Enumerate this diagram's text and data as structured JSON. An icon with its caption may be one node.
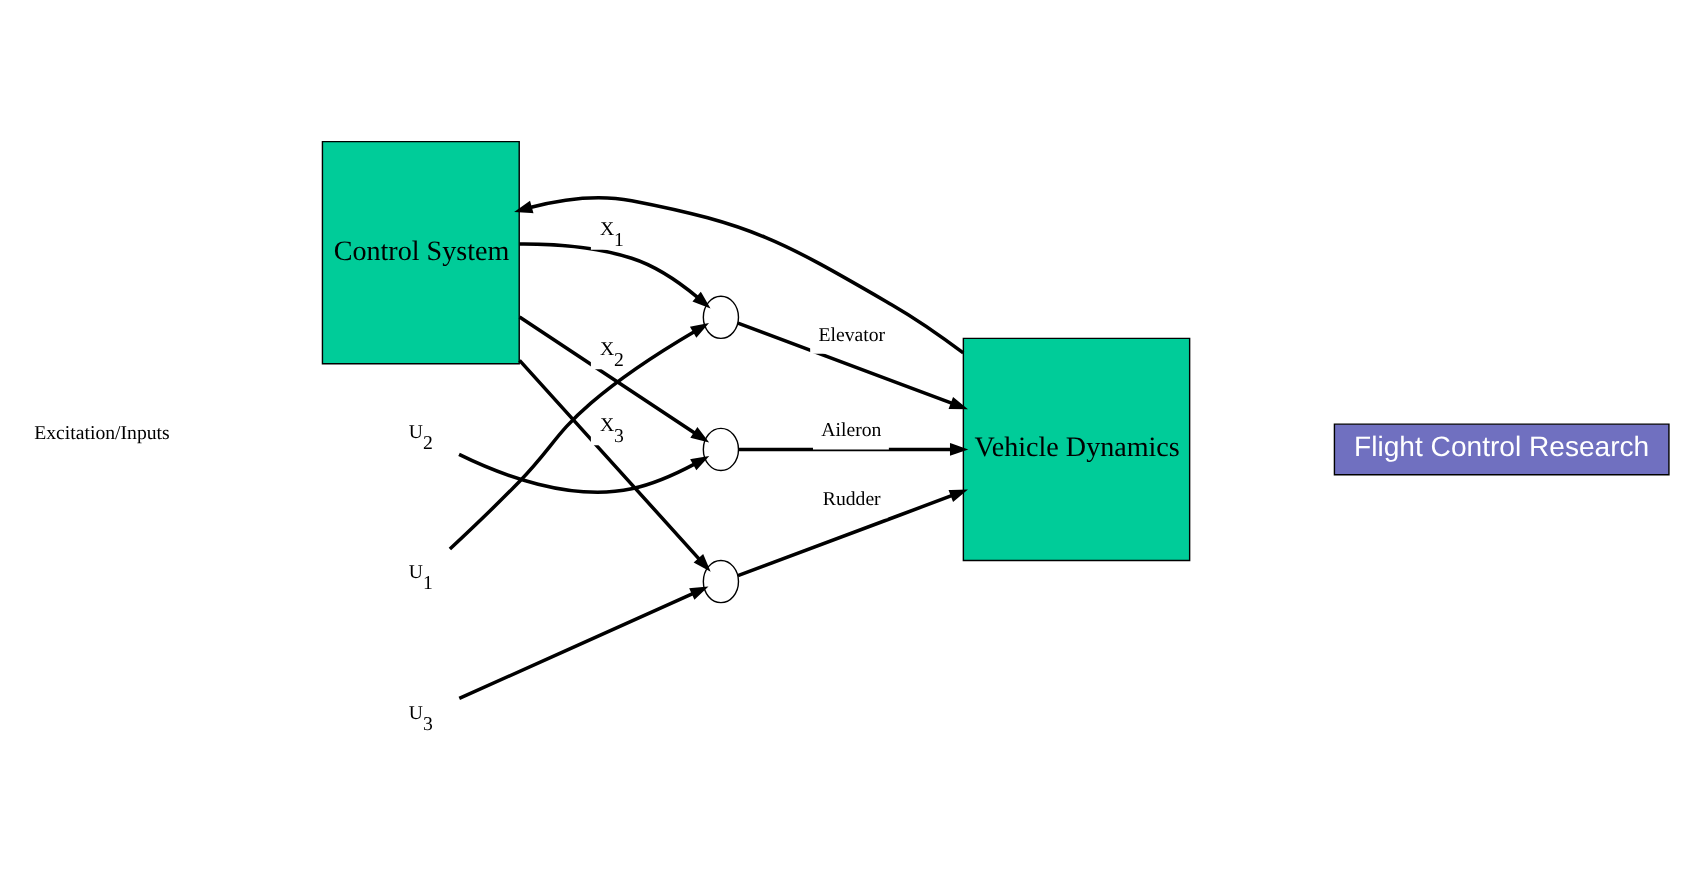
{
  "diagram": {
    "nodes": [
      {
        "text": [
          "Control System"
        ]
      },
      {
        "text": [
          "Vehicle Dynamics"
        ]
      },
      {
        "text": [],
        "shape": "circle"
      },
      {
        "text": [],
        "shape": "circle"
      },
      {
        "text": [],
        "shape": "circle"
      },
      {
        "text": [
          "U$_{1}$"
        ]
      },
      {
        "text": [
          "U$_{2}$"
        ]
      },
      {
        "text": [
          "U$_{3}$"
        ]
      },
      {
        "text": [
          "Flight Control Research"
        ]
      }
    ],
    "edges": [
      {
        "from": 0,
        "to": 2,
        "arrow": "to",
        "label": "X$_{1}$"
      },
      {
        "from": 2,
        "to": 1,
        "arrow": "to",
        "label": "Elevator"
      },
      {
        "from": 0,
        "to": 3,
        "arrow": "to",
        "label": "X$_{2}$"
      },
      {
        "from": 3,
        "to": 1,
        "arrow": "to",
        "label": "Aileron"
      },
      {
        "from": 0,
        "to": 4,
        "arrow": "to",
        "label": "X$_{3}$"
      },
      {
        "from": 4,
        "to": 1,
        "arrow": "to",
        "label": "Rudder"
      },
      {
        "from": 5,
        "to": 2,
        "arrow": "to"
      },
      {
        "from": 6,
        "to": 3,
        "arrow": "to"
      },
      {
        "from": 7,
        "to": 4,
        "arrow": "to"
      },
      {
        "from": 1,
        "to": 0,
        "arrow": "to"
      }
    ],
    "labels": [
      "Excitation/Inputs"
    ]
  }
}
